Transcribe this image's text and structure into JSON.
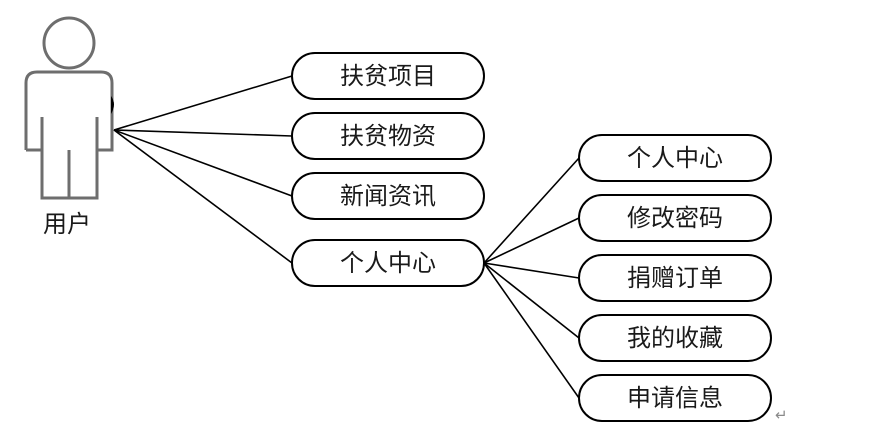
{
  "actor": {
    "label": "用户"
  },
  "user_cases": [
    {
      "label": "扶贫项目"
    },
    {
      "label": "扶贫物资"
    },
    {
      "label": "新闻资讯"
    },
    {
      "label": "个人中心"
    }
  ],
  "personal_center_cases": [
    {
      "label": "个人中心"
    },
    {
      "label": "修改密码"
    },
    {
      "label": "捐赠订单"
    },
    {
      "label": "我的收藏"
    },
    {
      "label": "申请信息"
    }
  ],
  "paragraph_mark": "↵"
}
